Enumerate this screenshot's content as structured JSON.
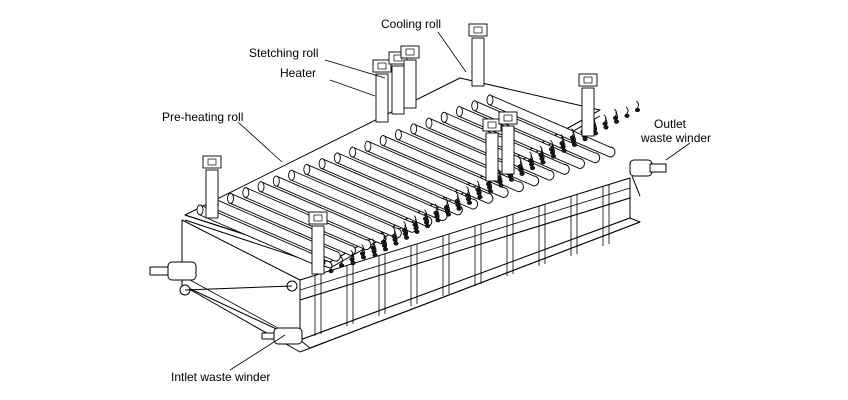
{
  "diagram": {
    "labels": {
      "cooling_roll": "Cooling roll",
      "stretching_roll": "Stetching roll",
      "heater": "Heater",
      "preheating_roll": "Pre-heating roll",
      "outlet_winder_line1": "Outlet",
      "outlet_winder_line2": "waste winder",
      "inlet_winder": "Intlet waste winder"
    },
    "colors": {
      "line": "#000000",
      "background": "#ffffff",
      "part_fill": "#ffffff",
      "nozzle_fill": "#1a1a1a"
    },
    "counts": {
      "rolls": 20,
      "nozzle_rows": 3
    },
    "icons": [
      "roll-bearing-icon",
      "shaft-end-icon",
      "air-nozzle-icon"
    ]
  }
}
